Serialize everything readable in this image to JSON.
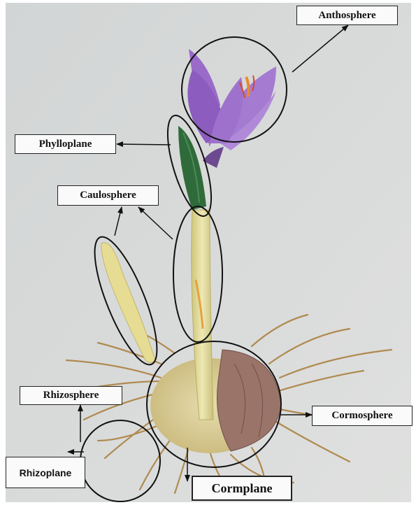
{
  "labels": {
    "anthosphere": "Anthosphere",
    "phylloplane": "Phylloplane",
    "caulosphere": "Caulosphere",
    "rhizosphere": "Rhizosphere",
    "rhizoplane": "Rhizoplane",
    "cormosphere": "Cormosphere",
    "cormplane": "Cormplane"
  },
  "colors": {
    "background": "#d9dbdb",
    "petal": "#9a6bc9",
    "stem": "#e2da97",
    "leaf": "#2f6b3a",
    "corm_tunic": "#9a7468",
    "roots": "#b8955a",
    "outline": "#111111"
  }
}
